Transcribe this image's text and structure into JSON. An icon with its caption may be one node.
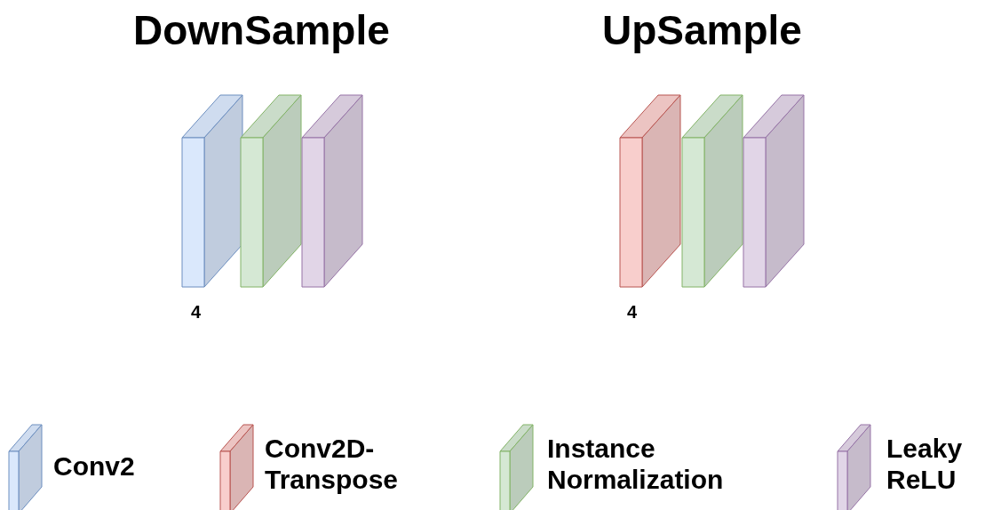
{
  "diagram": {
    "labels": [
      "DownSample",
      "UpSample",
      "4",
      "4"
    ],
    "legend": [
      {
        "text": "Conv2",
        "color": "#dae8fc"
      },
      {
        "text": "Conv2D-Transpose",
        "color": "#f8cecc"
      },
      {
        "text": "Instance Normalization",
        "color": "#d5e8d4"
      },
      {
        "text": "Leaky ReLU",
        "color": "#e1d5e7"
      }
    ]
  }
}
